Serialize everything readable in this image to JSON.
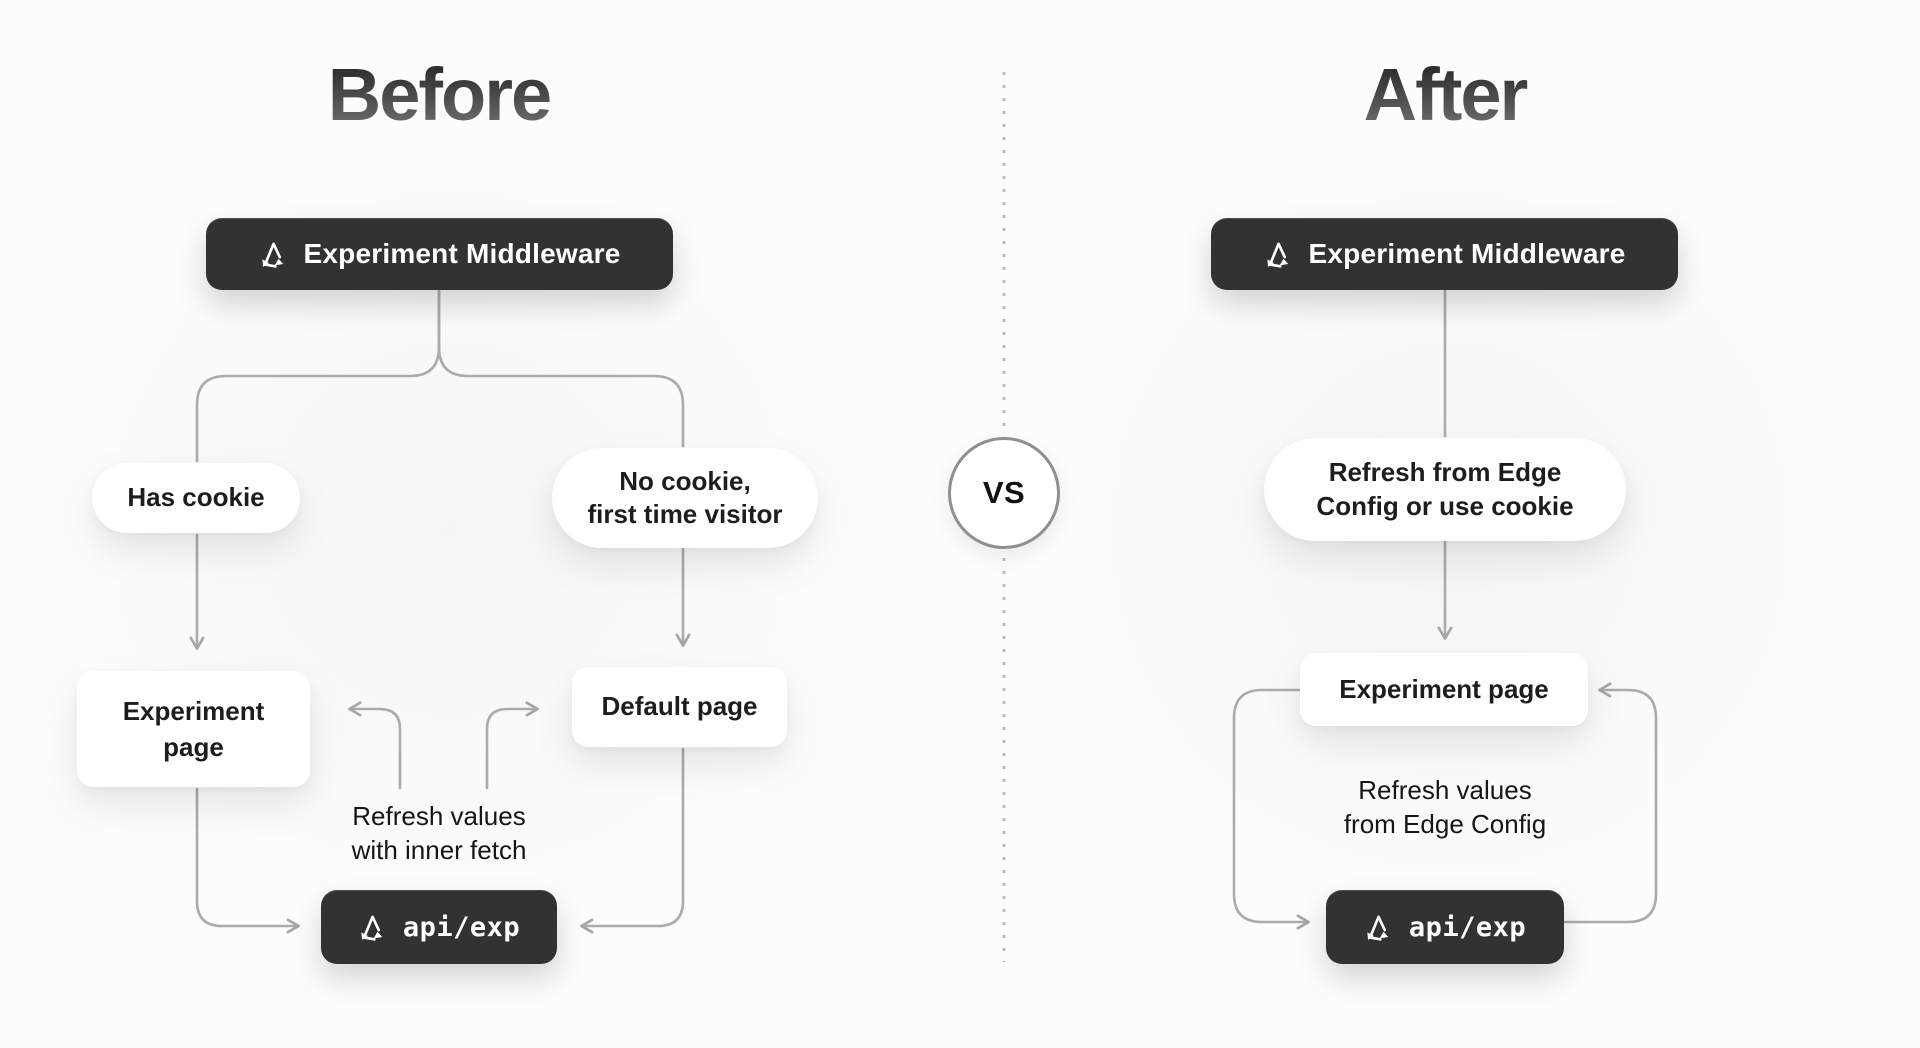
{
  "colors": {
    "background": "#fcfcfc",
    "dark_node": "#323232",
    "node_text": "#1d1d1f",
    "connector": "#ababab",
    "divider_dash": "#bcbcbc",
    "title_gradient_top": "#2c2c2c",
    "title_gradient_bottom": "#6f6f6f"
  },
  "icons": {
    "middleware_icon": "cycle-triangle-icon",
    "api_icon": "cycle-triangle-icon"
  },
  "before": {
    "title": "Before",
    "middleware_label": "Experiment Middleware",
    "has_cookie_label": "Has cookie",
    "no_cookie_line1": "No cookie,",
    "no_cookie_line2": "first time visitor",
    "experiment_page_line1": "Experiment",
    "experiment_page_line2": "page",
    "default_page_label": "Default page",
    "refresh_note_line1": "Refresh values",
    "refresh_note_line2": "with inner fetch",
    "api_label": "api/exp"
  },
  "divider": {
    "vs_label": "VS"
  },
  "after": {
    "title": "After",
    "middleware_label": "Experiment Middleware",
    "refresh_pill_line1": "Refresh from Edge",
    "refresh_pill_line2": "Config or use cookie",
    "experiment_page_label": "Experiment page",
    "refresh_note_line1": "Refresh values",
    "refresh_note_line2": "from Edge Config",
    "api_label": "api/exp"
  }
}
